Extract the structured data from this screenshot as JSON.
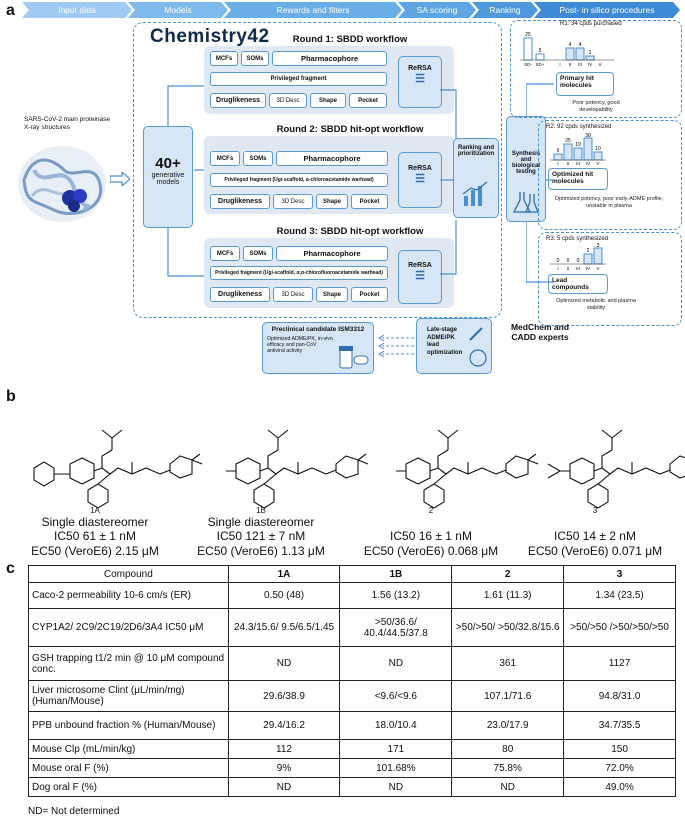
{
  "panel_labels": {
    "a": "a",
    "b": "b",
    "c": "c"
  },
  "header_steps": [
    "Input data",
    "Models",
    "Rewards and filters",
    "SA scoring",
    "Ranking",
    "Post- in silico procedures"
  ],
  "brand": {
    "name": "Chemistry42"
  },
  "input": {
    "caption": "SARS-CoV-2 main proteinase X-ray structures"
  },
  "models": {
    "count": "40+",
    "label": "generative models"
  },
  "rounds": [
    {
      "title": "Round 1: SBDD workflow",
      "mcfs": "MCFs",
      "soms": "SOMs",
      "pharm": "Pharmacophore",
      "priv": "Privileged fragment",
      "drug": "Druglikeness",
      "desc": "3D Desc",
      "shape": "Shape",
      "pocket": "Pocket",
      "rersa": "ReRSA"
    },
    {
      "title": "Round 2: SBDD hit-opt workflow",
      "mcfs": "MCFs",
      "soms": "SOMs",
      "pharm": "Pharmacophore",
      "priv": "Privileged fragment (Ugi-scaffold, α-chloroacetamide warhead)",
      "drug": "Druglikeness",
      "desc": "3D Desc",
      "shape": "Shape",
      "pocket": "Pocket",
      "rersa": "ReRSA"
    },
    {
      "title": "Round 3: SBDD hit-opt workflow",
      "mcfs": "MCFs",
      "soms": "SOMs",
      "pharm": "Pharmacophore",
      "priv": "Privileged fragment (Ugi-scaffold, α,α-chlorofluoroacetamide warhead)",
      "drug": "Druglikeness",
      "desc": "3D Desc",
      "shape": "Shape",
      "pocket": "Pocket",
      "rersa": "ReRSA"
    }
  ],
  "ranking": {
    "label": "Ranking and prioritization"
  },
  "synthesis": {
    "label": "Synthesis and biological testing"
  },
  "results": [
    {
      "summary": "R1: 34 cpds purchased",
      "chart_vals": [
        "25",
        "5",
        "4",
        "4",
        "1"
      ],
      "chart_x": [
        "SD-",
        "SD+",
        "I",
        "II",
        "III",
        "IV",
        "V"
      ],
      "box": "Primary hit molecules",
      "note": "Poor potency, good developability"
    },
    {
      "summary": "R2: 92 cpds synthesized",
      "chart_vals": [
        "6",
        "25",
        "19",
        "30",
        "10"
      ],
      "chart_x": [
        "I",
        "II",
        "III",
        "IV",
        "V"
      ],
      "box": "Optimized hit molecules",
      "note": "Optimized potency, poor early-ADME profile, unstable in plasma"
    },
    {
      "summary": "R3: 5 cpds synthesized",
      "chart_vals": [
        "0",
        "0",
        "0",
        "2",
        "3"
      ],
      "chart_x": [
        "I",
        "II",
        "III",
        "IV",
        "V"
      ],
      "box": "Lead compounds",
      "note": "Optimized metabolic and plasma stability"
    }
  ],
  "medchem": "MedChem and CADD experts",
  "late_stage": "Late-stage ADME/PK lead optimization",
  "preclinical": {
    "title": "Preclinical candidate ISM3312",
    "desc": "Optimized ADME/PK, in-vivo efficacy and pan-CoV antiviral activity"
  },
  "compounds": [
    {
      "id": "1A",
      "stereo": "Single diastereomer",
      "ic50": "IC50 61 ± 1 nM",
      "ec50": "EC50 (VeroE6) 2.15 μM"
    },
    {
      "id": "1B",
      "stereo": "Single diastereomer",
      "ic50": "IC50 121 ± 7 nM",
      "ec50": "EC50 (VeroE6) 1.13 μM"
    },
    {
      "id": "2",
      "stereo": "",
      "ic50": "IC50 16 ± 1 nM",
      "ec50": "EC50 (VeroE6) 0.068 μM"
    },
    {
      "id": "3",
      "stereo": "",
      "ic50": "IC50 14 ± 2 nM",
      "ec50": "EC50 (VeroE6) 0.071 μM"
    }
  ],
  "table": {
    "header": [
      "Compound",
      "1A",
      "1B",
      "2",
      "3"
    ],
    "rows": [
      [
        "Caco-2 permeability 10-6 cm/s (ER)",
        "0.50 (48)",
        "1.56 (13.2)",
        "1.61 (11.3)",
        "1.34 (23.5)"
      ],
      [
        "CYP1A2/ 2C9/2C19/2D6/3A4 IC50 μM",
        "24.3/15.6/ 9.5/6.5/1.45",
        ">50/36.6/ 40.4/44.5/37.8",
        ">50/>50/ >50/32.8/15.6",
        ">50/>50 />50/>50/>50"
      ],
      [
        "GSH trapping t1/2 min @ 10 μM compound conc.",
        "ND",
        "ND",
        "361",
        "1127"
      ],
      [
        "Liver microsome Clint (μL/min/mg) (Human/Mouse)",
        "29.6/38.9",
        "<9.6/<9.6",
        "107.1/71.6",
        "94.8/31.0"
      ],
      [
        "PPB unbound fraction % (Human/Mouse)",
        "29.4/16.2",
        "18.0/10.4",
        "23.0/17.9",
        "34.7/35.5"
      ],
      [
        "Mouse Clp (mL/min/kg)",
        "112",
        "171",
        "80",
        "150"
      ],
      [
        "Mouse oral F (%)",
        "9%",
        "101.68%",
        "75.8%",
        "72.0%"
      ],
      [
        "Dog oral F (%)",
        "ND",
        "ND",
        "ND",
        "49.0%"
      ]
    ]
  },
  "footnote": "ND= Not determined",
  "colors": {
    "accent": "#4a8fd0",
    "header": "#6aaee8",
    "light": "#d6e6f7"
  }
}
